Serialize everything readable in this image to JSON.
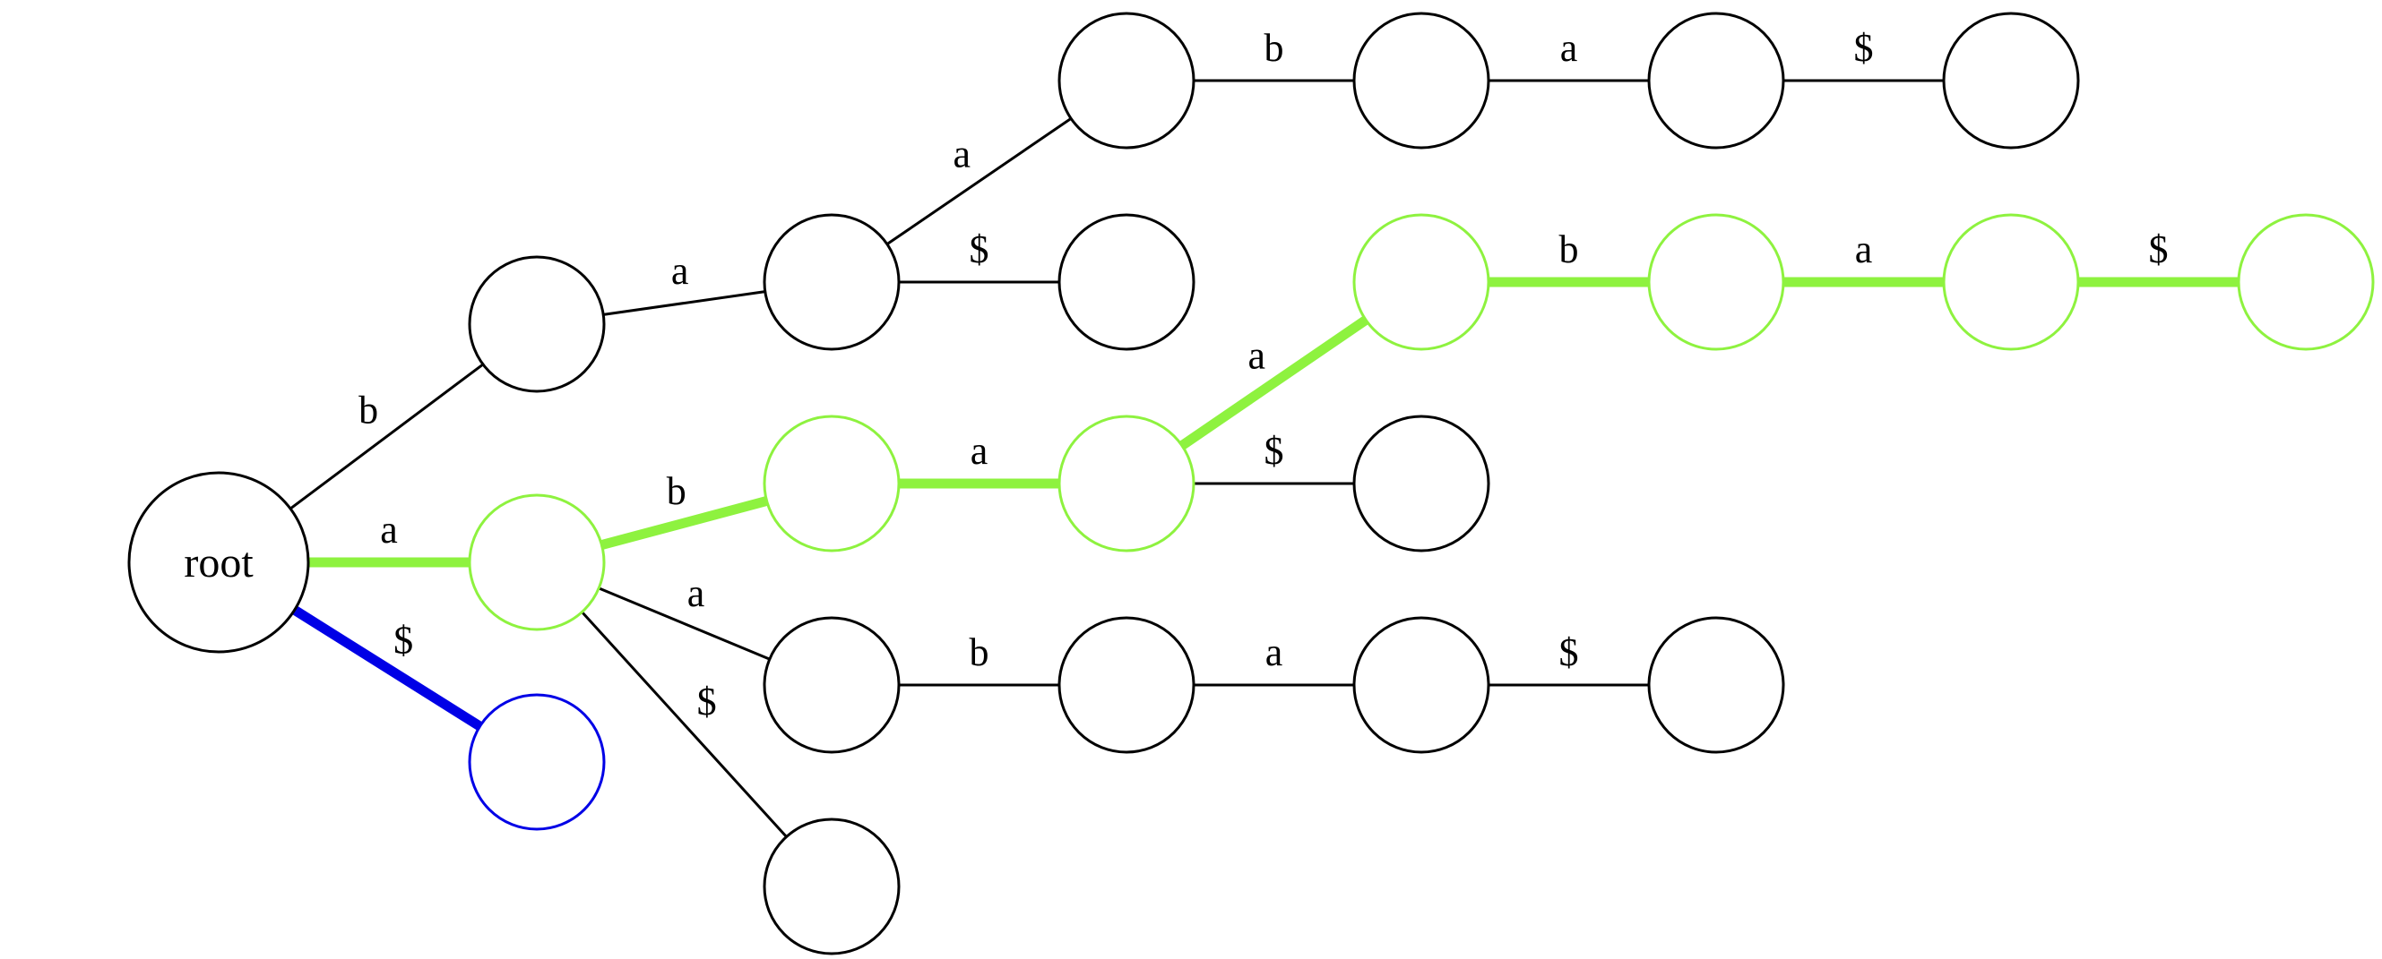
{
  "colors": {
    "default": "#000000",
    "highlight_path": "#8ef23f",
    "highlight_terminal": "#0000e6"
  },
  "tree": {
    "nodes": [
      {
        "id": "root",
        "label": "root",
        "state": "default"
      },
      {
        "id": "n_b",
        "label": "",
        "state": "default"
      },
      {
        "id": "n_ba",
        "label": "",
        "state": "default"
      },
      {
        "id": "n_baa",
        "label": "",
        "state": "default"
      },
      {
        "id": "n_baab",
        "label": "",
        "state": "default"
      },
      {
        "id": "n_baaba",
        "label": "",
        "state": "default"
      },
      {
        "id": "n_baaba$",
        "label": "",
        "state": "default"
      },
      {
        "id": "n_ba$",
        "label": "",
        "state": "default"
      },
      {
        "id": "n_a",
        "label": "",
        "state": "path"
      },
      {
        "id": "n_ab",
        "label": "",
        "state": "path"
      },
      {
        "id": "n_aba",
        "label": "",
        "state": "path"
      },
      {
        "id": "n_abaa",
        "label": "",
        "state": "path"
      },
      {
        "id": "n_abaab",
        "label": "",
        "state": "path"
      },
      {
        "id": "n_abaaba",
        "label": "",
        "state": "path"
      },
      {
        "id": "n_abaaba$",
        "label": "",
        "state": "path"
      },
      {
        "id": "n_aba$",
        "label": "",
        "state": "default"
      },
      {
        "id": "n_aa",
        "label": "",
        "state": "default"
      },
      {
        "id": "n_aab",
        "label": "",
        "state": "default"
      },
      {
        "id": "n_aaba",
        "label": "",
        "state": "default"
      },
      {
        "id": "n_aaba$",
        "label": "",
        "state": "default"
      },
      {
        "id": "n_a$",
        "label": "",
        "state": "default"
      },
      {
        "id": "n_$",
        "label": "",
        "state": "terminal"
      }
    ],
    "edges": [
      {
        "from": "root",
        "to": "n_b",
        "label": "b",
        "state": "default"
      },
      {
        "from": "n_b",
        "to": "n_ba",
        "label": "a",
        "state": "default"
      },
      {
        "from": "n_ba",
        "to": "n_baa",
        "label": "a",
        "state": "default"
      },
      {
        "from": "n_baa",
        "to": "n_baab",
        "label": "b",
        "state": "default"
      },
      {
        "from": "n_baab",
        "to": "n_baaba",
        "label": "a",
        "state": "default"
      },
      {
        "from": "n_baaba",
        "to": "n_baaba$",
        "label": "$",
        "state": "default"
      },
      {
        "from": "n_ba",
        "to": "n_ba$",
        "label": "$",
        "state": "default"
      },
      {
        "from": "root",
        "to": "n_a",
        "label": "a",
        "state": "path"
      },
      {
        "from": "n_a",
        "to": "n_ab",
        "label": "b",
        "state": "path"
      },
      {
        "from": "n_ab",
        "to": "n_aba",
        "label": "a",
        "state": "path"
      },
      {
        "from": "n_aba",
        "to": "n_abaa",
        "label": "a",
        "state": "path"
      },
      {
        "from": "n_abaa",
        "to": "n_abaab",
        "label": "b",
        "state": "path"
      },
      {
        "from": "n_abaab",
        "to": "n_abaaba",
        "label": "a",
        "state": "path"
      },
      {
        "from": "n_abaaba",
        "to": "n_abaaba$",
        "label": "$",
        "state": "path"
      },
      {
        "from": "n_aba",
        "to": "n_aba$",
        "label": "$",
        "state": "default"
      },
      {
        "from": "n_a",
        "to": "n_aa",
        "label": "a",
        "state": "default"
      },
      {
        "from": "n_aa",
        "to": "n_aab",
        "label": "b",
        "state": "default"
      },
      {
        "from": "n_aab",
        "to": "n_aaba",
        "label": "a",
        "state": "default"
      },
      {
        "from": "n_aaba",
        "to": "n_aaba$",
        "label": "$",
        "state": "default"
      },
      {
        "from": "n_a",
        "to": "n_a$",
        "label": "$",
        "state": "default"
      },
      {
        "from": "root",
        "to": "n_$",
        "label": "$",
        "state": "terminal"
      }
    ]
  }
}
